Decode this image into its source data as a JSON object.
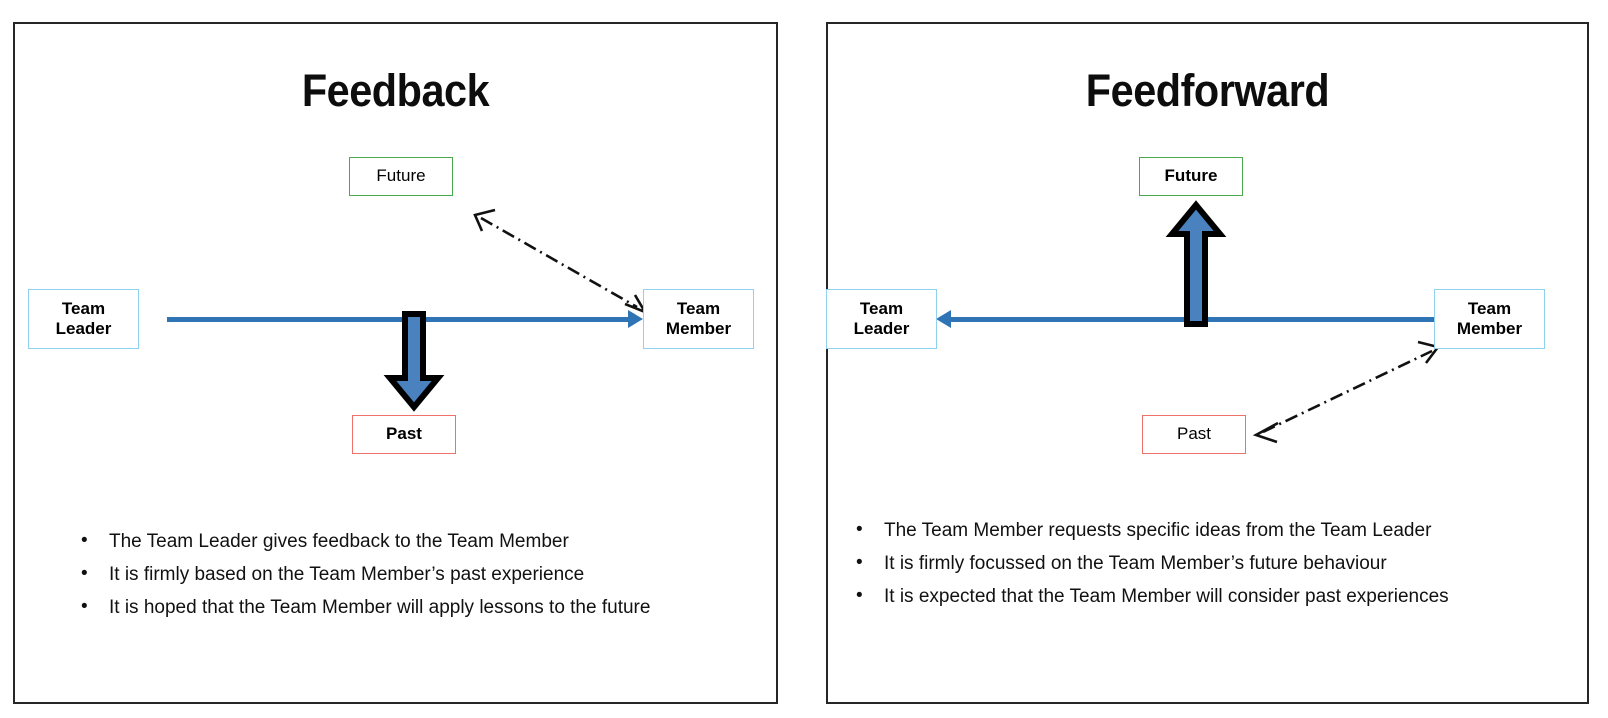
{
  "theme": {
    "panel_border": "#262626",
    "person_border": "#8ed2f0",
    "future_border": "#4aa84f",
    "past_border": "#f0716a",
    "arrow_blue": "#2f75b5",
    "block_arrow_fill": "#4a81bf",
    "block_arrow_outline": "#000000",
    "dash_color": "#111111",
    "text_color": "#000000"
  },
  "panels": [
    {
      "id": "feedback",
      "title": "Feedback",
      "nodes": {
        "team_leader": "Team\nLeader",
        "team_member": "Team\nMember",
        "future": "Future",
        "past": "Past"
      },
      "node_labels": {
        "team_leader_line1": "Team",
        "team_leader_line2": "Leader",
        "team_member_line1": "Team",
        "team_member_line2": "Member",
        "future": "Future",
        "past": "Past"
      },
      "flow": {
        "horizontal_direction": "left-to-right",
        "block_arrow_direction": "down",
        "block_arrow_target": "Past",
        "dashed_from": "Future",
        "dashed_to": "Team Member",
        "dashed_style": "dash-dot double-headed"
      },
      "bullets": [
        "The Team Leader gives feedback to the Team Member",
        "It is firmly based on the Team Member’s past experience",
        "It is hoped that the Team Member will apply lessons to the future"
      ]
    },
    {
      "id": "feedforward",
      "title": "Feedforward",
      "nodes": {
        "team_leader": "Team\nLeader",
        "team_member": "Team\nMember",
        "future": "Future",
        "past": "Past"
      },
      "node_labels": {
        "team_leader_line1": "Team",
        "team_leader_line2": "Leader",
        "team_member_line1": "Team",
        "team_member_line2": "Member",
        "future": "Future",
        "past": "Past"
      },
      "flow": {
        "horizontal_direction": "right-to-left",
        "block_arrow_direction": "up",
        "block_arrow_target": "Future",
        "dashed_from": "Past",
        "dashed_to": "Team Member",
        "dashed_style": "dash-dot double-headed"
      },
      "bullets": [
        "The Team Member requests specific ideas from the Team Leader",
        "It is firmly focussed on the Team Member’s future behaviour",
        "It is expected that the Team Member will consider past experiences"
      ]
    }
  ]
}
